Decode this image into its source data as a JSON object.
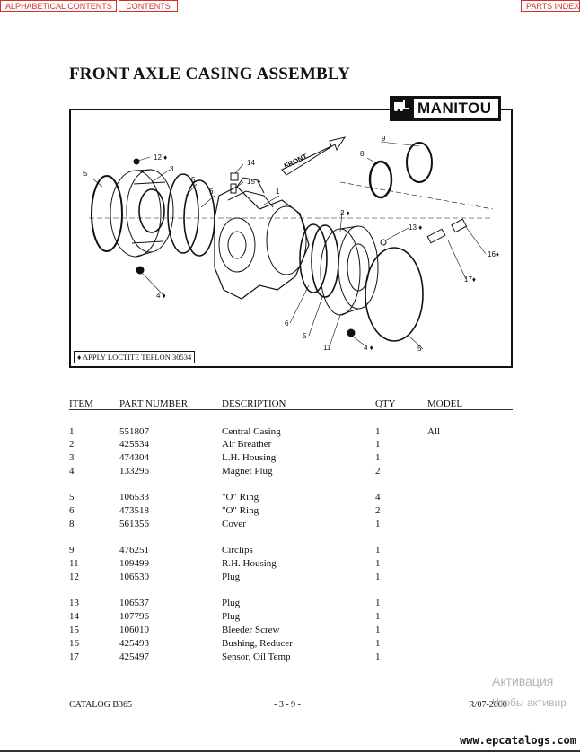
{
  "nav": {
    "alphabetical": "ALPHABETICAL CONTENTS",
    "contents": "CONTENTS",
    "parts_index": "PARTS INDEX"
  },
  "title": "FRONT AXLE CASING ASSEMBLY",
  "figure": {
    "brand": "MANITOU",
    "direction_label": "FRONT",
    "note": "♦ APPLY LOCTITE TEFLON 30534",
    "callouts": [
      "12 ♦",
      "3",
      "5",
      "5",
      "6",
      "14",
      "15 ♦",
      "1",
      "9",
      "8",
      "2 ♦",
      "13 ♦",
      "16♦",
      "17♦",
      "4 ♦",
      "6",
      "5",
      "11",
      "4 ♦",
      "5"
    ]
  },
  "table": {
    "headers": {
      "item": "ITEM",
      "part": "PART NUMBER",
      "desc": "DESCRIPTION",
      "qty": "QTY",
      "model": "MODEL"
    },
    "rows": [
      {
        "item": "1",
        "part": "551807",
        "desc": "Central Casing",
        "qty": "1",
        "model": "All"
      },
      {
        "item": "2",
        "part": "425534",
        "desc": "Air Breather",
        "qty": "1",
        "model": ""
      },
      {
        "item": "3",
        "part": "474304",
        "desc": "L.H. Housing",
        "qty": "1",
        "model": ""
      },
      {
        "item": "4",
        "part": "133296",
        "desc": "Magnet Plug",
        "qty": "2",
        "model": ""
      },
      {
        "item": "5",
        "part": "106533",
        "desc": "\"O\" Ring",
        "qty": "4",
        "model": ""
      },
      {
        "item": "6",
        "part": "473518",
        "desc": "\"O\" Ring",
        "qty": "2",
        "model": ""
      },
      {
        "item": "8",
        "part": "561356",
        "desc": "Cover",
        "qty": "1",
        "model": ""
      },
      {
        "item": "9",
        "part": "476251",
        "desc": "Circlips",
        "qty": "1",
        "model": ""
      },
      {
        "item": "11",
        "part": "109499",
        "desc": "R.H. Housing",
        "qty": "1",
        "model": ""
      },
      {
        "item": "12",
        "part": "106530",
        "desc": "Plug",
        "qty": "1",
        "model": ""
      },
      {
        "item": "13",
        "part": "106537",
        "desc": "Plug",
        "qty": "1",
        "model": ""
      },
      {
        "item": "14",
        "part": "107796",
        "desc": "Plug",
        "qty": "1",
        "model": ""
      },
      {
        "item": "15",
        "part": "106010",
        "desc": "Bleeder Screw",
        "qty": "1",
        "model": ""
      },
      {
        "item": "16",
        "part": "425493",
        "desc": "Bushing, Reducer",
        "qty": "1",
        "model": ""
      },
      {
        "item": "17",
        "part": "425497",
        "desc": "Sensor, Oil Temp",
        "qty": "1",
        "model": ""
      }
    ]
  },
  "footer": {
    "catalog": "CATALOG B365",
    "page": "- 3 - 9 -",
    "revision": "R/07-2000"
  },
  "watermark": {
    "line1": "Активация",
    "line2": "Чтобы активир"
  },
  "site": "www.epcatalogs.com"
}
